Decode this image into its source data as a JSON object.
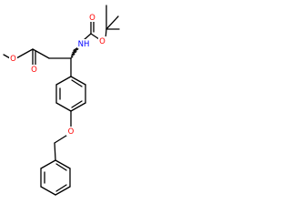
{
  "molecule": {
    "atoms": {
      "ester_o_methyl": "O",
      "ester_o_carbonyl": "O",
      "nh": "NH",
      "boc_o_carbonyl": "O",
      "boc_o_ether": "O",
      "benzyl_o": "O"
    },
    "colors": {
      "bond": "#000000",
      "oxygen": "#ff0000",
      "nitrogen": "#0000ff"
    }
  }
}
